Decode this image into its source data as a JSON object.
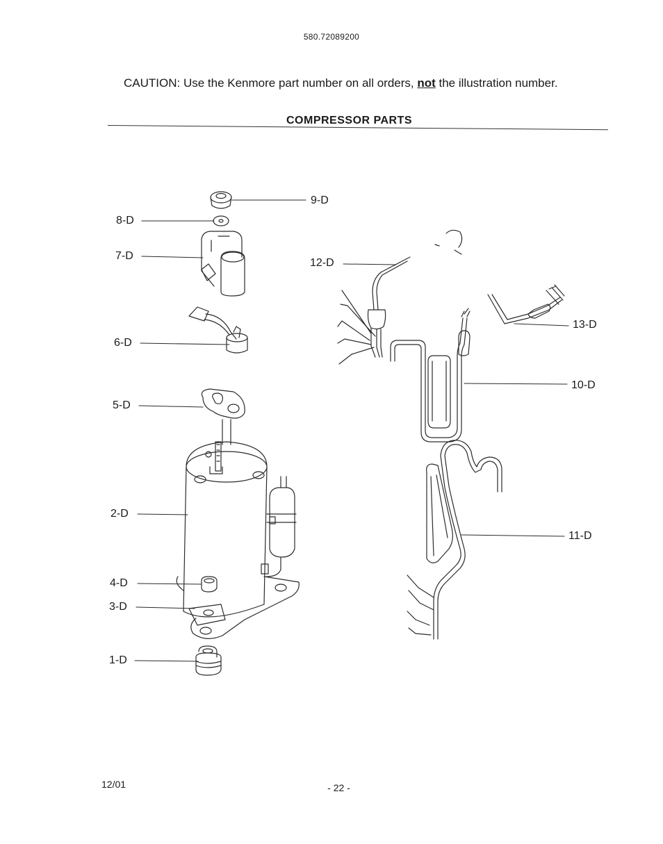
{
  "header": {
    "model_number": "580.72089200"
  },
  "caution": {
    "prefix": "CAUTION: Use the Kenmore part number on all orders, ",
    "emphasis": "not",
    "suffix": " the illustration number."
  },
  "section": {
    "title": "COMPRESSOR PARTS"
  },
  "callouts": {
    "p1": "1-D",
    "p2": "2-D",
    "p3": "3-D",
    "p4": "4-D",
    "p5": "5-D",
    "p6": "6-D",
    "p7": "7-D",
    "p8": "8-D",
    "p9": "9-D",
    "p10": "10-D",
    "p11": "11-D",
    "p12": "12-D",
    "p13": "13-D"
  },
  "footer": {
    "date": "12/01",
    "page": "- 22 -"
  }
}
